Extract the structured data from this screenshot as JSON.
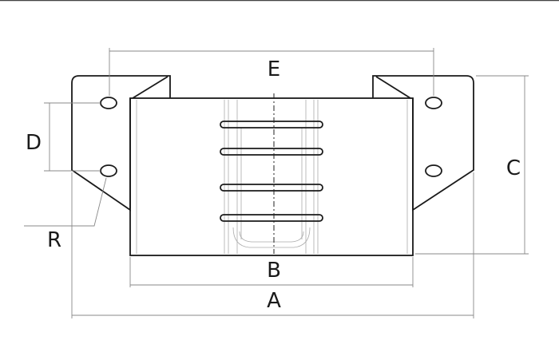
{
  "drawing": {
    "labels": {
      "a": "A",
      "b": "B",
      "c": "C",
      "d": "D",
      "e": "E",
      "r": "R"
    },
    "colors": {
      "line": "#1a1a1a",
      "dimension": "#888888"
    }
  }
}
